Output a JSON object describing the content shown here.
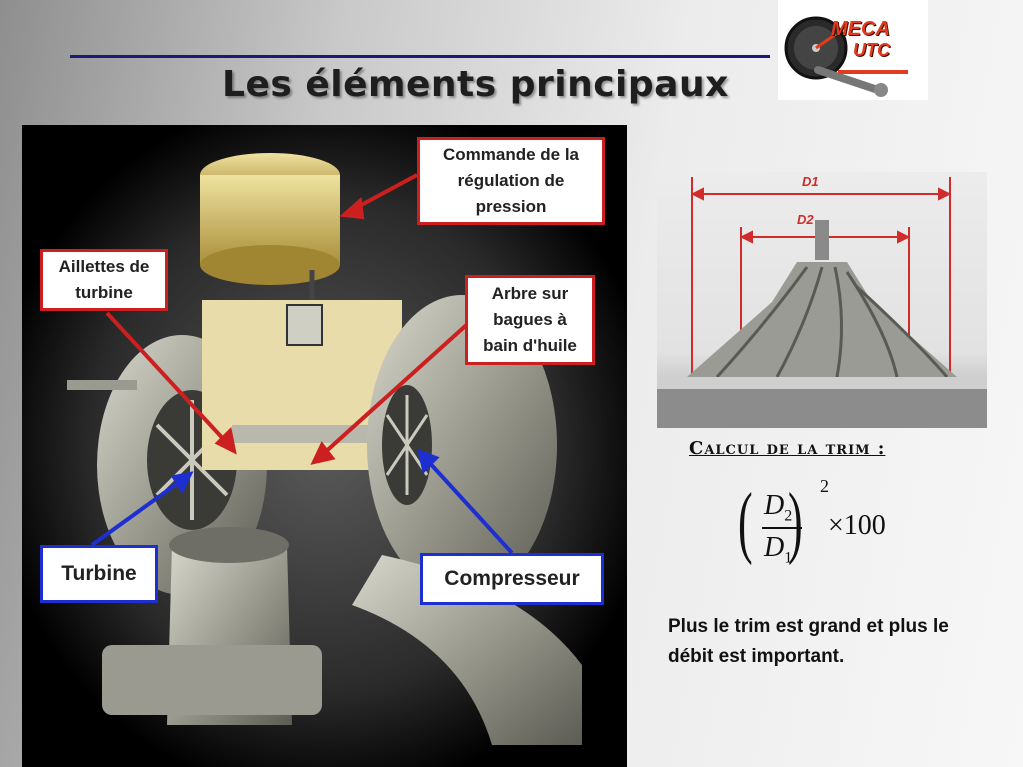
{
  "title": "Les éléments principaux",
  "logo": {
    "line1": "MECA",
    "line2": "UTC"
  },
  "diagram": {
    "labels": {
      "commande": "Commande de la\nrégulation de\npression",
      "aillettes": "Aillettes de\nturbine",
      "arbre": "Arbre sur\nbagues à\nbain d'huile",
      "turbine": "Turbine",
      "compresseur": "Compresseur"
    },
    "colors": {
      "red": "#cc1f1f",
      "blue": "#1d2fd0"
    }
  },
  "photo": {
    "d1": "D1",
    "d2": "D2"
  },
  "trim": {
    "heading": "Calcul de la trim :",
    "num": "D",
    "num_sub": "2",
    "den": "D",
    "den_sub": "1",
    "exponent": "2",
    "multiplier": "×100"
  },
  "note": "Plus le trim est grand et plus le débit est important."
}
